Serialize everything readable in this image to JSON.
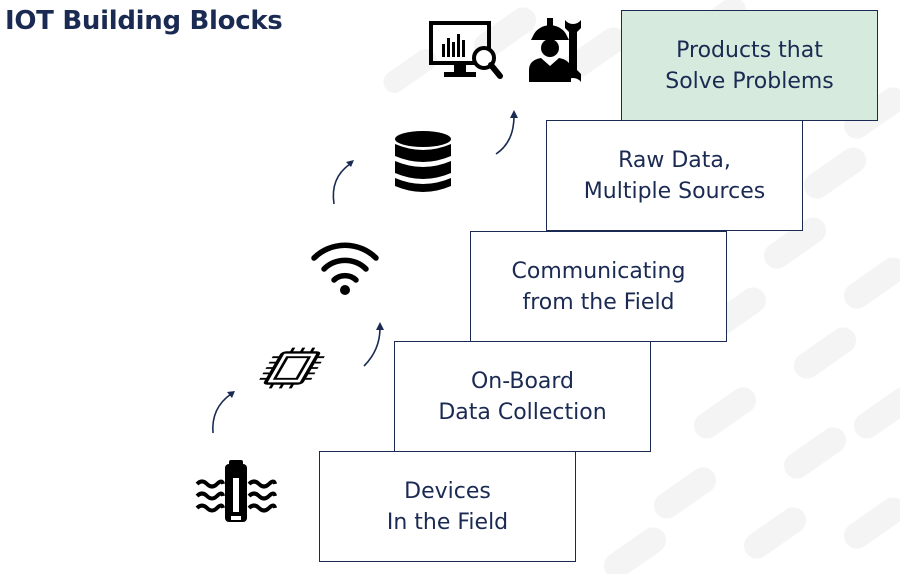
{
  "title": "IOT Building Blocks",
  "colors": {
    "navy": "#1a2a52",
    "highlight": "#d6eadd",
    "pattern": "#f4f4f4"
  },
  "steps": [
    {
      "line1": "Devices",
      "line2": "In the Field"
    },
    {
      "line1": "On-Board",
      "line2": "Data Collection"
    },
    {
      "line1": "Communicating",
      "line2": "from the Field"
    },
    {
      "line1": "Raw Data,",
      "line2": "Multiple Sources"
    },
    {
      "line1": "Products that",
      "line2": "Solve Problems"
    }
  ],
  "icons": [
    "sensor-device-icon",
    "microchip-icon",
    "wifi-icon",
    "database-icon",
    "analytics-monitor-icon",
    "technician-icon"
  ]
}
